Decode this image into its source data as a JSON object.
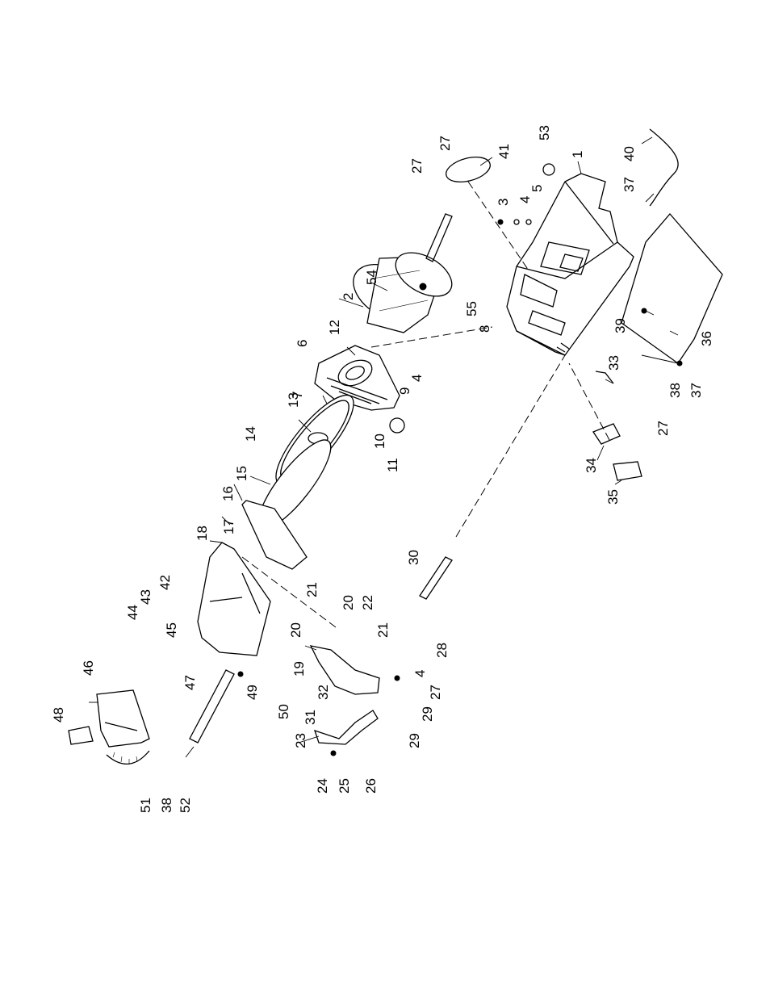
{
  "diagram": {
    "type": "exploded-parts-view",
    "part_numbers": [
      "1",
      "2",
      "3",
      "4",
      "5",
      "6",
      "7",
      "8",
      "9",
      "10",
      "11",
      "12",
      "13",
      "14",
      "15",
      "16",
      "17",
      "18",
      "19",
      "20",
      "21",
      "22",
      "23",
      "24",
      "25",
      "26",
      "27",
      "28",
      "29",
      "30",
      "31",
      "32",
      "33",
      "34",
      "35",
      "36",
      "37",
      "38",
      "39",
      "40",
      "41",
      "42",
      "43",
      "44",
      "45",
      "46",
      "47",
      "48",
      "49",
      "50",
      "51",
      "52",
      "53",
      "54",
      "55"
    ]
  }
}
